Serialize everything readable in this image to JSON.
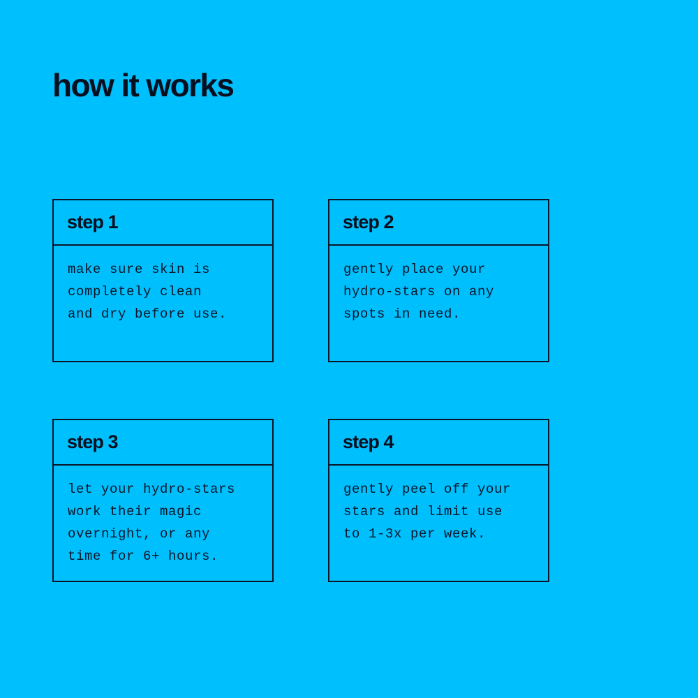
{
  "page": {
    "title": "how it works",
    "background_color": "#00bffd",
    "ink_color": "#0b1527"
  },
  "cards": [
    {
      "header": "step 1",
      "lines": [
        "make sure skin is",
        "completely clean",
        "and dry before use."
      ]
    },
    {
      "header": "step 2",
      "lines": [
        "gently place your",
        "hydro-stars on any",
        "spots in need."
      ]
    },
    {
      "header": "step 3",
      "lines": [
        "let your hydro-stars",
        "work their magic",
        "overnight, or any",
        "time for 6+ hours."
      ]
    },
    {
      "header": "step 4",
      "lines": [
        "gently peel off your",
        "stars and limit use",
        "to 1-3x per week."
      ]
    }
  ]
}
